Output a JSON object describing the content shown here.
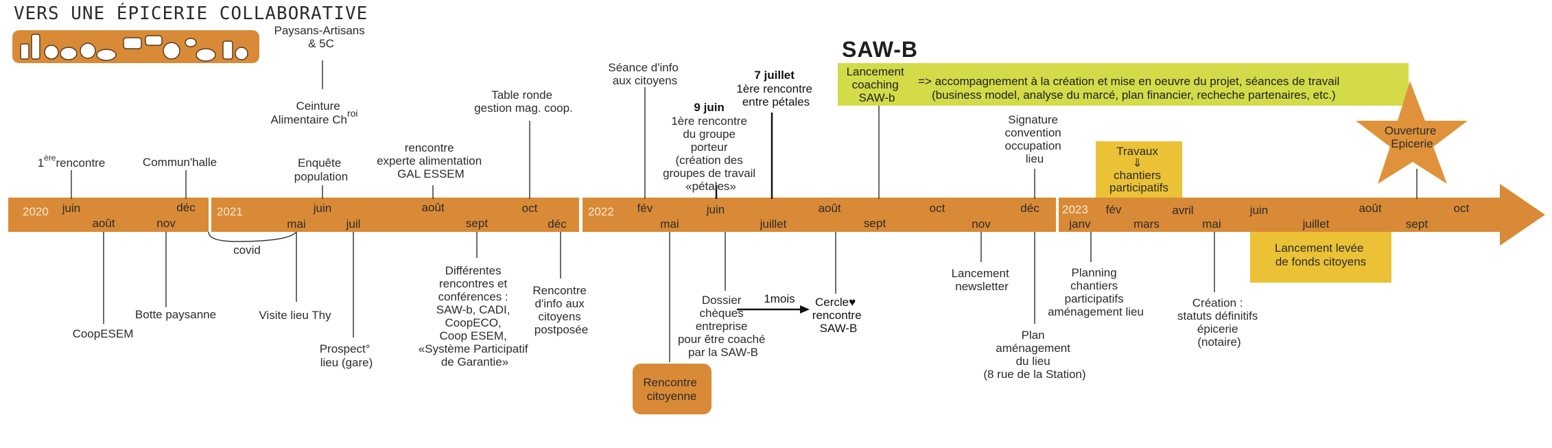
{
  "header": {
    "title": "VERS UNE ÉPICERIE COLLABORATIVE",
    "sawb_logo": "SAW-B"
  },
  "colors": {
    "bar": "#D98A36",
    "year_text": "#FBE9D5",
    "lime_box": "#D3DB48",
    "yellow_box": "#EBC236",
    "star": "#E0923A",
    "text": "#2B2B2B",
    "line": "#3A3A3A",
    "bold_line": "#111111"
  },
  "years": [
    "2020",
    "2021",
    "2022",
    "2023"
  ],
  "months": {
    "m2020_jun": "juin",
    "m2020_aug": "août",
    "m2020_nov": "nov",
    "m2020_dec": "déc",
    "m2021_may": "mai",
    "m2021_jun": "juin",
    "m2021_jul": "juil",
    "m2021_aug": "août",
    "m2021_sep": "sept",
    "m2021_oct": "oct",
    "m2021_dec": "déc",
    "m2022_feb": "fév",
    "m2022_may": "mai",
    "m2022_jun": "juin",
    "m2022_jul": "juillet",
    "m2022_aug": "août",
    "m2022_sep": "sept",
    "m2022_oct": "oct",
    "m2022_nov": "nov",
    "m2022_dec": "déc",
    "m2023_jan": "janv",
    "m2023_feb": "fév",
    "m2023_mar": "mars",
    "m2023_apr": "avril",
    "m2023_may": "mai",
    "m2023_jun": "juin",
    "m2023_jul": "juillet",
    "m2023_aug": "août",
    "m2023_sep": "sept",
    "m2023_oct": "oct"
  },
  "events": {
    "first_meeting": {
      "prefix": "1",
      "sup": "ère",
      "suffix": "rencontre"
    },
    "communhalle": "Commun'halle",
    "coopesem": "CoopESEM",
    "botte_paysanne": "Botte paysanne",
    "covid": "covid",
    "visite_lieu_thy": "Visite lieu Thy",
    "prospect_lieu": [
      "Prospect°",
      "lieu (gare)"
    ],
    "paysans_artisans": [
      "Paysans-Artisans",
      "& 5C"
    ],
    "ceinture_alimentaire": {
      "line1": "Ceinture",
      "line2": "Alimentaire Ch",
      "sup": "roi"
    },
    "enquete_population": [
      "Enquête",
      "population"
    ],
    "rencontre_experte": [
      "rencontre",
      "experte alimentation",
      "GAL ESSEM"
    ],
    "table_ronde": [
      "Table ronde",
      "gestion mag. coop."
    ],
    "differentes_rencontres": [
      "Différentes",
      "rencontres et",
      "conférences :",
      "SAW-b, CADI,",
      "CoopECO,",
      "Coop ESEM,",
      "«Système Participatif",
      "de Garantie»"
    ],
    "rencontre_info_postposee": [
      "Rencontre",
      "d'info aux",
      "citoyens",
      "postposée"
    ],
    "seance_info": [
      "Séance d'info",
      "aux citoyens"
    ],
    "groupe_porteur": {
      "title": "9 juin",
      "lines": [
        "1ère rencontre",
        "du groupe",
        "porteur",
        "(création des",
        "groupes de travail",
        "«pétales»"
      ]
    },
    "rencontre_petales": {
      "title": "7 juillet",
      "lines": [
        "1ère rencontre",
        "entre pétales"
      ]
    },
    "rencontre_citoyenne": [
      "Rencontre",
      "citoyenne"
    ],
    "dossier_cheques": [
      "Dossier",
      "chèques",
      "entreprise",
      "pour être coaché",
      "par la SAW-B"
    ],
    "duration": "1mois",
    "cercle": {
      "line1": "Cercle",
      "heart": "♥",
      "lines": [
        "rencontre",
        "SAW-B"
      ]
    },
    "lancement_coaching": [
      "Lancement",
      "coaching",
      "SAW-b"
    ],
    "accompagnement": [
      "=> accompagnement à la création et mise en oeuvre du projet, séances de travail",
      "(business model, analyse du marcé, plan financier, recheche partenaires, etc.)"
    ],
    "lancement_newsletter": [
      "Lancement",
      "newsletter"
    ],
    "signature_convention": [
      "Signature",
      "convention",
      "occupation",
      "lieu"
    ],
    "plan_amenagement": [
      "Plan",
      "aménagement",
      "du lieu",
      "(8 rue de la Station)"
    ],
    "travaux": {
      "line1": "Travaux",
      "arrow": "⇓",
      "lines": [
        "chantiers",
        "participatifs"
      ]
    },
    "planning_chantiers": [
      "Planning",
      "chantiers",
      "participatifs",
      "aménagement lieu"
    ],
    "creation_statuts": [
      "Création :",
      "statuts définitifs",
      "épicerie",
      "(notaire)"
    ],
    "levee_fonds": [
      "Lancement levée",
      "de fonds citoyens"
    ],
    "ouverture": [
      "Ouverture",
      "Epicerie"
    ]
  }
}
